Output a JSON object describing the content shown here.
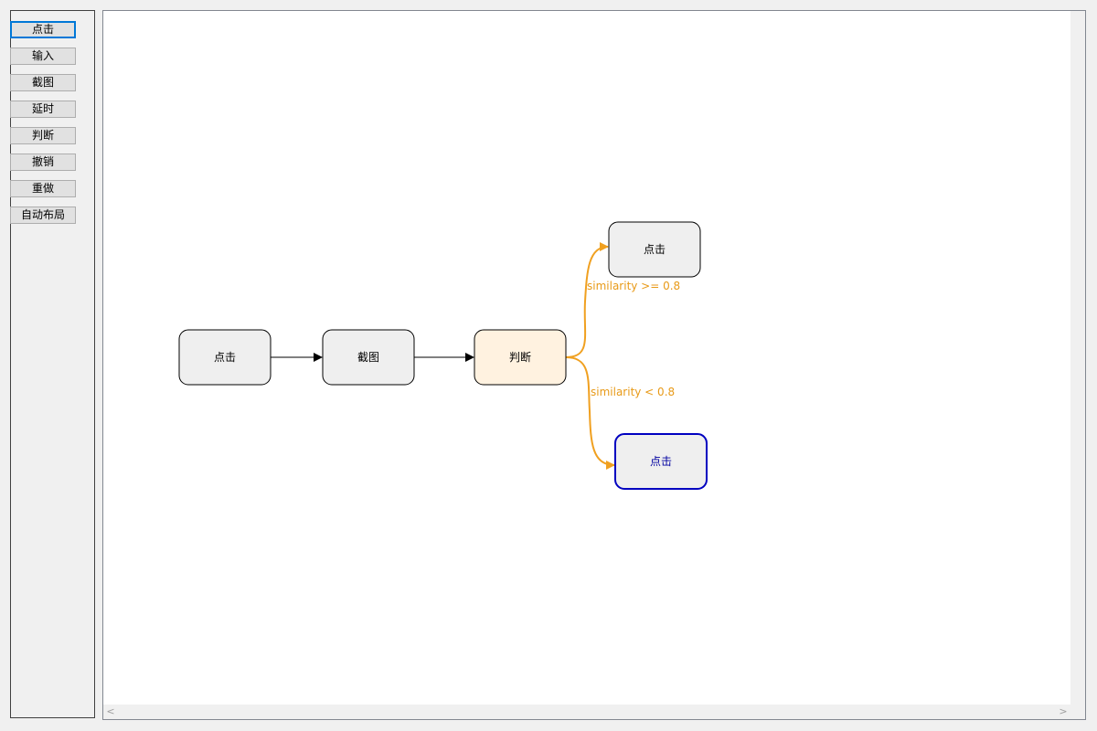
{
  "toolbar": {
    "buttons": [
      {
        "label": "点击"
      },
      {
        "label": "输入"
      },
      {
        "label": "截图"
      },
      {
        "label": "延时"
      },
      {
        "label": "判断"
      },
      {
        "label": "撤销"
      },
      {
        "label": "重做"
      },
      {
        "label": "自动布局"
      }
    ]
  },
  "flow": {
    "nodes": [
      {
        "label": "点击"
      },
      {
        "label": "截图"
      },
      {
        "label": "判断"
      },
      {
        "label": "点击"
      },
      {
        "label": "点击"
      }
    ],
    "edges": [
      {
        "label": "similarity >= 0.8"
      },
      {
        "label": "similarity < 0.8"
      }
    ]
  },
  "scrollbar": {
    "left_arrow": "<",
    "right_arrow": ">"
  },
  "colors": {
    "node_fill": "#efefef",
    "judge_fill": "#fff2e0",
    "selected_border": "#0000c0",
    "branch_edge": "#f0a020",
    "edge": "#000000"
  }
}
